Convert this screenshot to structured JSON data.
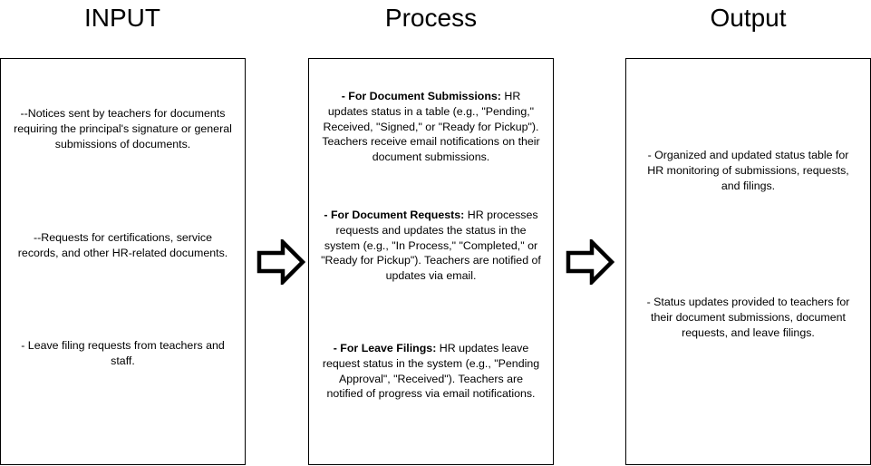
{
  "columns": {
    "input": {
      "title": "INPUT",
      "items": [
        "--Notices sent by teachers for documents requiring the principal's signature or general submissions of documents.",
        "--Requests for certifications, service records, and other HR-related documents.",
        "- Leave filing requests from teachers and staff."
      ]
    },
    "process": {
      "title": "Process",
      "items": [
        {
          "heading": "- For Document Submissions:",
          "text": " HR updates status in a table (e.g., \"Pending,\" Received, \"Signed,\" or \"Ready for Pickup\"). Teachers receive email notifications on their document submissions."
        },
        {
          "heading": "- For Document Requests:",
          "text": " HR processes requests and updates the status in the system (e.g., \"In Process,\" \"Completed,\" or \"Ready for Pickup\"). Teachers are notified of updates via email."
        },
        {
          "heading": "- For Leave Filings:",
          "text": " HR updates leave request status in the system (e.g., \"Pending Approval\", \"Received\"). Teachers are notified of progress via email notifications."
        }
      ]
    },
    "output": {
      "title": "Output",
      "items": [
        "- Organized and updated status table for HR monitoring of submissions, requests, and filings.",
        "- Status updates provided to teachers for their document submissions, document requests, and leave filings."
      ]
    }
  },
  "icons": {
    "flow_arrow": "arrow-right-icon"
  }
}
